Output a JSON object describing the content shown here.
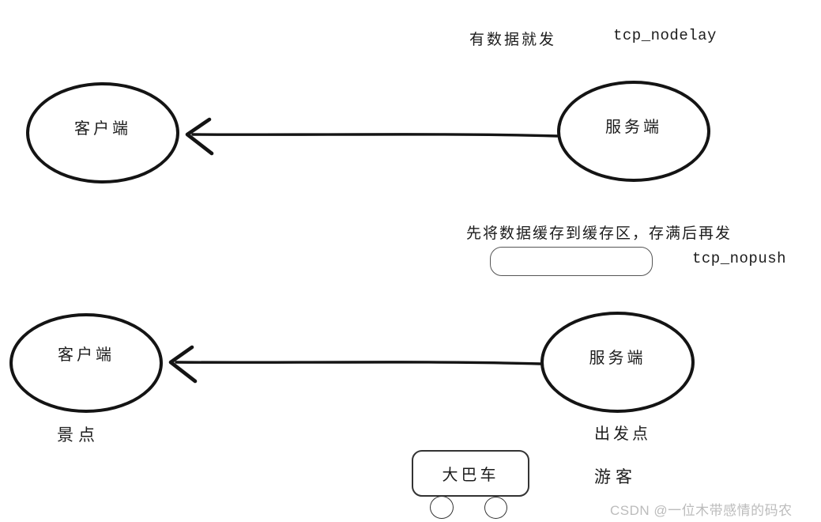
{
  "colors": {
    "ink": "#141414",
    "thin_stroke": "#555555",
    "watermark": "#bcbcbc",
    "background": "#ffffff"
  },
  "top_diagram": {
    "behavior_label": "有数据就发",
    "option_label": "tcp_nodelay",
    "client_label": "客户端",
    "server_label": "服务端"
  },
  "bottom_diagram": {
    "behavior_label": "先将数据缓存到缓存区，存满后再发",
    "option_label": "tcp_nopush",
    "client_label": "客户端",
    "server_label": "服务端",
    "client_caption": "景点",
    "server_caption": "出发点",
    "bus_label": "大巴车",
    "tourist_label": "游客"
  },
  "watermark": "CSDN @一位木带感情的码农"
}
